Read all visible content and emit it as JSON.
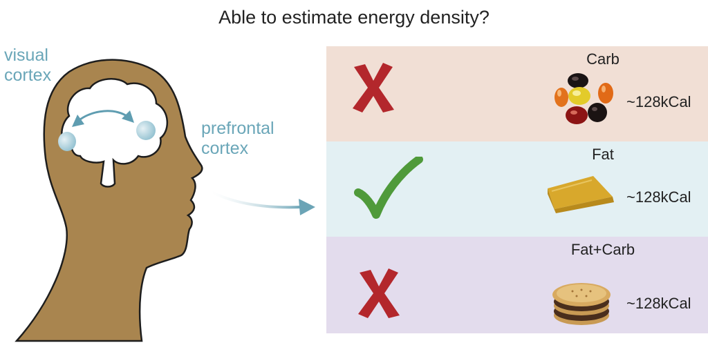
{
  "title": "Able to estimate energy density?",
  "labels": {
    "visual_cortex": [
      "visual",
      "cortex"
    ],
    "prefrontal_cortex": [
      "prefrontal",
      "cortex"
    ]
  },
  "rows": [
    {
      "food": "Carb",
      "energy": "~128kCal",
      "estimable": false
    },
    {
      "food": "Fat",
      "energy": "~128kCal",
      "estimable": true
    },
    {
      "food": "Fat+Carb",
      "energy": "~128kCal",
      "estimable": false
    }
  ],
  "colors": {
    "head": "#a9854f",
    "cross": "#b3272c",
    "check": "#4f9a3a",
    "cortex_label": "#6aa6b8"
  }
}
